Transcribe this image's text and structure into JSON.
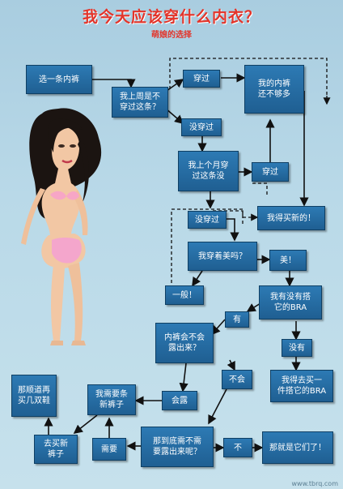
{
  "title": "我今天应该穿什么内衣？",
  "subtitle": "萌娘的选择",
  "nodes": {
    "pick_panty": "选一条内裤",
    "wore_last_week": "我上周是不\n穿过这条？",
    "wore_1": "穿过",
    "not_enough": "我的内裤\n还不够多",
    "not_worn_1": "没穿过",
    "last_month": "我上个月穿\n过这条没",
    "wore_2": "穿过",
    "need_new": "我得买新的！",
    "not_worn_2": "没穿过",
    "is_pretty": "我穿着美吗？",
    "pretty": "美！",
    "so_so": "一般！",
    "matching_bra": "我有没有搭\n它的BRA",
    "yes": "有",
    "no": "没有",
    "buy_bra": "我得去买一\n件搭它的BRA",
    "show_out": "内裤会不会\n露出来？",
    "wont": "不会",
    "will_show": "会露",
    "need_new_panty": "我需要条\n新裤子",
    "buy_shoes": "那顺道再\n买几双鞋",
    "buy_new_panty": "去买新\n裤子",
    "need": "需要",
    "need_to_show": "那到底需不需\n要露出来呢？",
    "no_need": "不",
    "thats_it": "那就是它们了！"
  },
  "watermark": "www.tbrq.com"
}
